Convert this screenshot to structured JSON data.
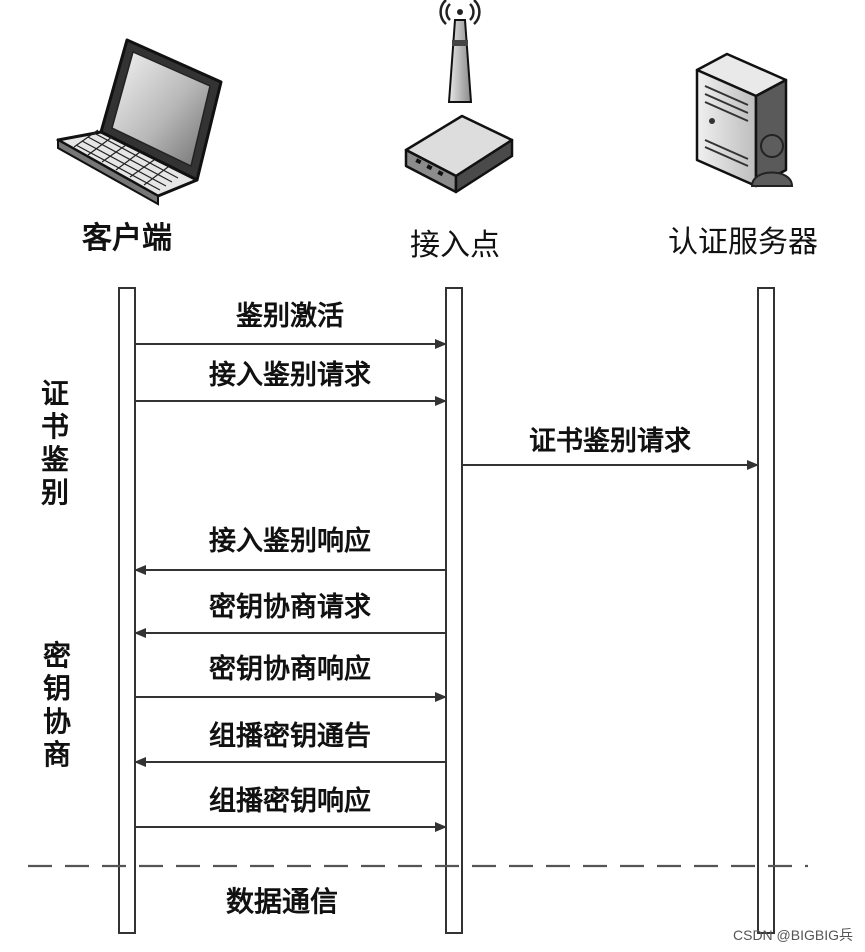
{
  "actors": [
    {
      "id": "client",
      "label": "客户端",
      "icon": "laptop-icon"
    },
    {
      "id": "ap",
      "label": "接入点",
      "icon": "router-icon"
    },
    {
      "id": "server",
      "label": "认证服务器",
      "icon": "server-icon"
    }
  ],
  "messages": [
    {
      "label": "鉴别激活",
      "from": "client",
      "to": "ap"
    },
    {
      "label": "接入鉴别请求",
      "from": "client",
      "to": "ap"
    },
    {
      "label": "证书鉴别请求",
      "from": "ap",
      "to": "server"
    },
    {
      "label": "接入鉴别响应",
      "from": "ap",
      "to": "client"
    },
    {
      "label": "密钥协商请求",
      "from": "ap",
      "to": "client"
    },
    {
      "label": "密钥协商响应",
      "from": "client",
      "to": "ap"
    },
    {
      "label": "组播密钥通告",
      "from": "ap",
      "to": "client"
    },
    {
      "label": "组播密钥响应",
      "from": "client",
      "to": "ap"
    }
  ],
  "phases": [
    {
      "label": "证书鉴别"
    },
    {
      "label": "密钥协商"
    }
  ],
  "footer_label": "数据通信",
  "watermark": "CSDN @BIGBIG兵",
  "colors": {
    "line": "#333333",
    "text": "#111111",
    "dash": "#555555"
  }
}
